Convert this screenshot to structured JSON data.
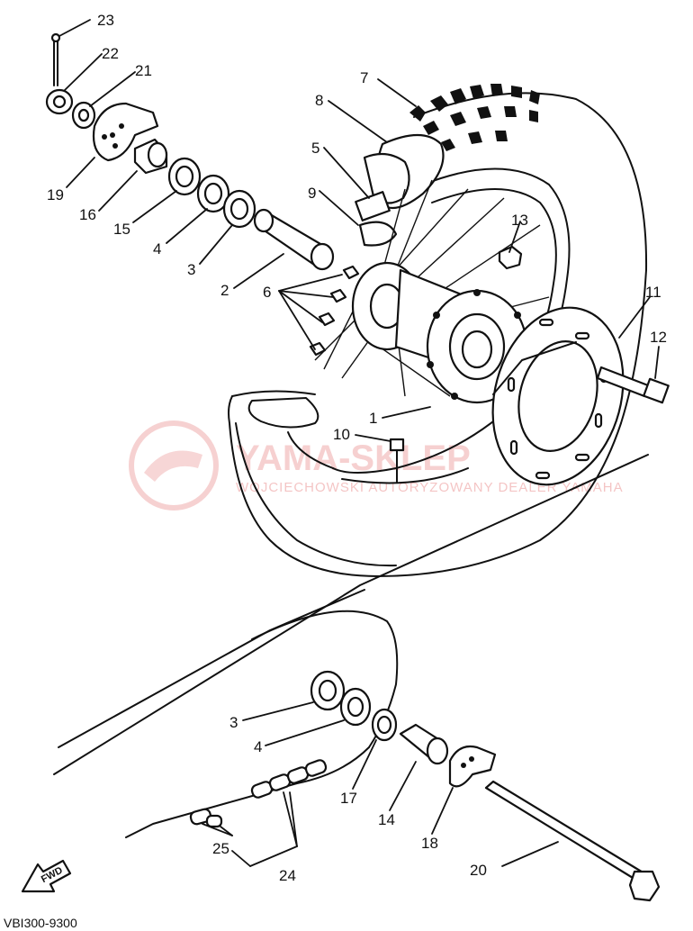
{
  "diagram": {
    "callouts": [
      {
        "id": "23",
        "text": "23"
      },
      {
        "id": "22",
        "text": "22"
      },
      {
        "id": "21",
        "text": "21"
      },
      {
        "id": "19",
        "text": "19"
      },
      {
        "id": "16",
        "text": "16"
      },
      {
        "id": "15",
        "text": "15"
      },
      {
        "id": "4a",
        "text": "4"
      },
      {
        "id": "3a",
        "text": "3"
      },
      {
        "id": "2",
        "text": "2"
      },
      {
        "id": "6",
        "text": "6"
      },
      {
        "id": "7",
        "text": "7"
      },
      {
        "id": "8",
        "text": "8"
      },
      {
        "id": "5",
        "text": "5"
      },
      {
        "id": "9",
        "text": "9"
      },
      {
        "id": "13",
        "text": "13"
      },
      {
        "id": "11",
        "text": "11"
      },
      {
        "id": "12",
        "text": "12"
      },
      {
        "id": "1",
        "text": "1"
      },
      {
        "id": "10",
        "text": "10"
      },
      {
        "id": "3b",
        "text": "3"
      },
      {
        "id": "4b",
        "text": "4"
      },
      {
        "id": "17",
        "text": "17"
      },
      {
        "id": "14",
        "text": "14"
      },
      {
        "id": "18",
        "text": "18"
      },
      {
        "id": "25",
        "text": "25"
      },
      {
        "id": "24",
        "text": "24"
      },
      {
        "id": "20",
        "text": "20"
      }
    ],
    "fwd_label": "FWD",
    "drawing_code": "VBI300-9300",
    "watermark": {
      "title": "YAMA-SKLEP",
      "subtitle": "WOJCIECHOWSKI AUTORYZOWANY DEALER YAMAHA",
      "color": "#e05a5a"
    }
  }
}
